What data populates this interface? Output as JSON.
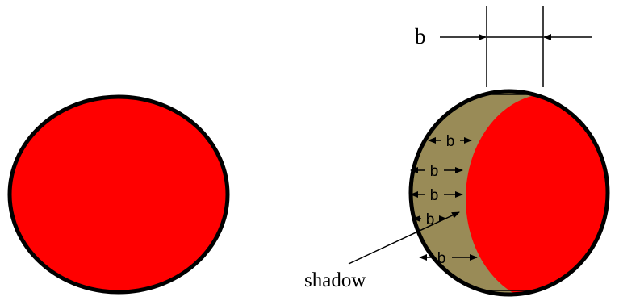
{
  "labels": {
    "b_top": "b",
    "b_inner": [
      "b",
      "b",
      "b",
      "b",
      "b"
    ],
    "shadow": "shadow"
  },
  "colors": {
    "red": "#ff0000",
    "shadow_fill": "#998b57",
    "outline": "#000000"
  }
}
